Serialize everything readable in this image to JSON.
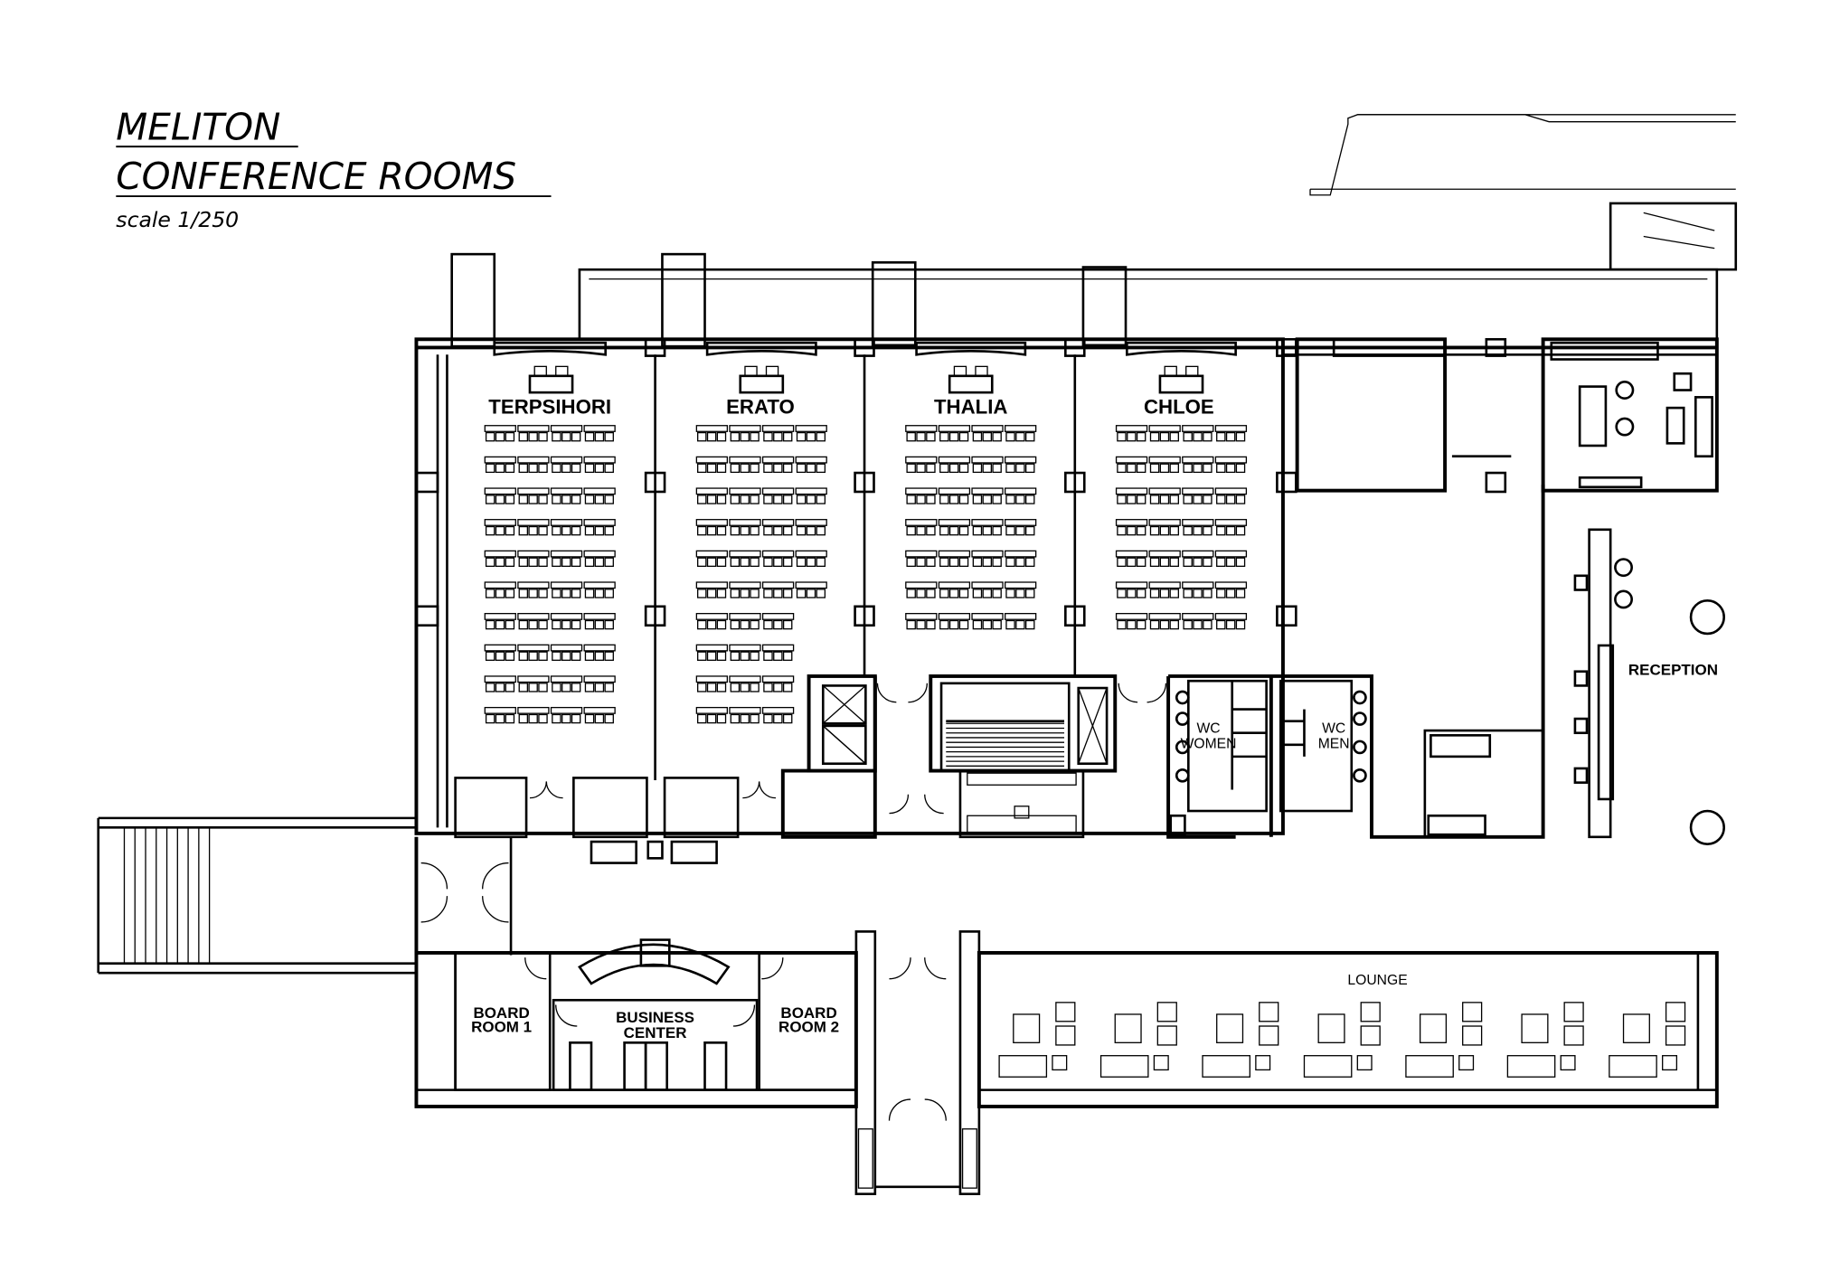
{
  "title": {
    "line1": "MELITON",
    "line2": "CONFERENCE ROOMS",
    "scale": "scale 1/250"
  },
  "rooms": {
    "terpsihori": "TERPSIHORI",
    "erato": "ERATO",
    "thalia": "THALIA",
    "chloe": "CHLOE",
    "wc_women_1": "WC",
    "wc_women_2": "WOMEN",
    "wc_men_1": "WC",
    "wc_men_2": "MEN",
    "reception": "RECEPTION",
    "lounge": "LOUNGE",
    "board_room_1_a": "BOARD",
    "board_room_1_b": "ROOM 1",
    "business_center_a": "BUSINESS",
    "business_center_b": "CENTER",
    "board_room_2_a": "BOARD",
    "board_room_2_b": "ROOM 2"
  }
}
